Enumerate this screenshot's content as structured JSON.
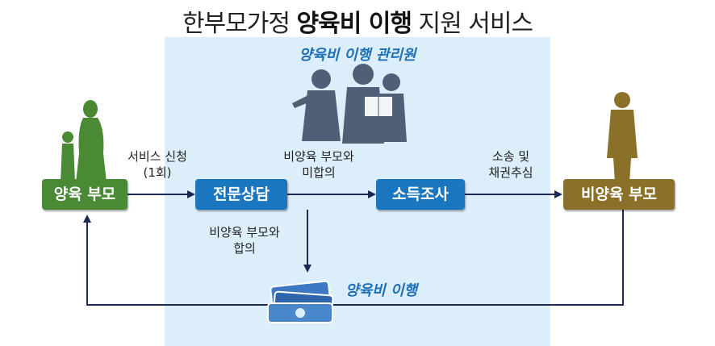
{
  "title": {
    "prefix": "한부모가정 ",
    "bold": "양육비 이행",
    "suffix": " 지원 서비스"
  },
  "agency_label": "양육비 이행 관리원",
  "nodes": {
    "custodial_parent": "양육 부모",
    "counseling": "전문상담",
    "income_check": "소득조사",
    "noncustodial_parent": "비양육 부모"
  },
  "edges": {
    "apply_line1": "서비스 신청",
    "apply_line2": "(1회)",
    "disagree_line1": "비양육 부모와",
    "disagree_line2": "미합의",
    "lawsuit_line1": "소송 및",
    "lawsuit_line2": "채권추심",
    "agree_line1": "비양육 부모와",
    "agree_line2": "합의",
    "payment": "양육비 이행"
  },
  "colors": {
    "green": "#4a8a35",
    "blue": "#1b76c0",
    "olive": "#8a7028",
    "panel": "#dceefa",
    "arrow": "#1a2a55"
  }
}
